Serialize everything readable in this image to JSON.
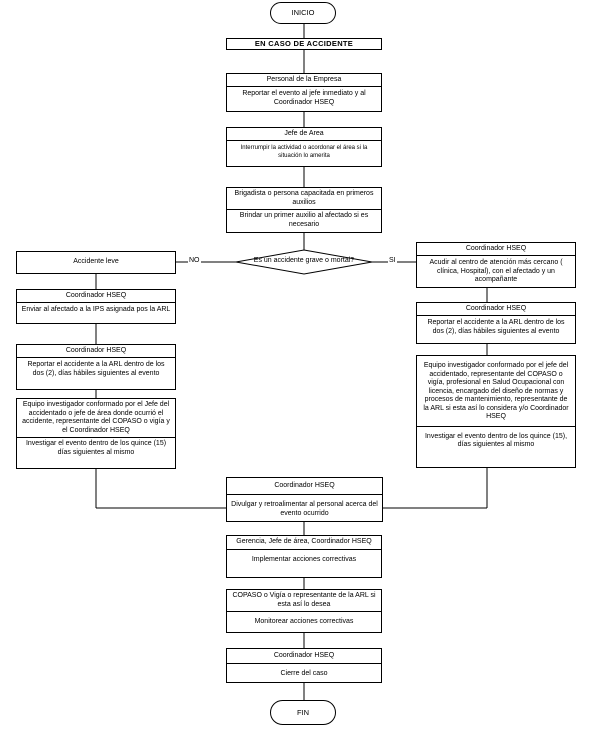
{
  "start": "INICIO",
  "end": "FIN",
  "title": "EN CASO DE ACCIDENTE",
  "main": {
    "empresa": {
      "header": "Personal de la Empresa",
      "text": "Reportar el evento al jefe inmediato y al Coordinador HSEQ"
    },
    "jefe": {
      "header": "Jefe de Area",
      "text": "Interrumpir la actividad o acordonar el área si la situación lo amerita"
    },
    "brigadista": {
      "header": "Brigadista o persona capacitada en primeros auxilios",
      "text": "Brindar un primer auxilio al afectado si es necesario"
    },
    "decision": "Es un accidente grave o mortal?",
    "no_label": "NO",
    "si_label": "SI",
    "divulgar": {
      "header": "Coordinador HSEQ",
      "text": "Divulgar y retroalimentar al personal acerca del evento ocurrido"
    },
    "gerencia": {
      "header": "Gerencia, Jefe de área, Coordinador HSEQ",
      "text": "Implementar acciones correctivas"
    },
    "copaso": {
      "header": "COPASO o Vigía o representante de la ARL si esta así lo desea",
      "text": "Monitorear acciones correctivas"
    },
    "cierre": {
      "header": "Coordinador HSEQ",
      "text": "Cierre del caso"
    }
  },
  "left": {
    "leve": "Accidente leve",
    "ips": {
      "header": "Coordinador HSEQ",
      "text": "Enviar al afectado a la IPS asignada pos la ARL"
    },
    "reportar": {
      "header": "Coordinador HSEQ",
      "text": "Reportar el accidente a la ARL dentro de los dos (2), días hábiles siguientes al evento"
    },
    "equipo": {
      "text": "Equipo investigador conformado por el Jefe del accidentado o jefe de área donde ocurrió el accidente, representante del COPASO o vigía y el Coordinador HSEQ",
      "text2": "Investigar el evento dentro de los quince (15) días siguientes al mismo"
    }
  },
  "right": {
    "centro": {
      "header": "Coordinador HSEQ",
      "text": "Acudir al centro de atención más cercano ( clínica, Hospital), con el afectado y un acompañante"
    },
    "reportar": {
      "header": "Coordinador HSEQ",
      "text": "Reportar el accidente a la ARL dentro de los dos (2), días hábiles siguientes al evento"
    },
    "equipo": {
      "text": "Equipo investigador conformado por el jefe del accidentado, representante del COPASO o vigía, profesional en Salud Ocupacional con licencia, encargado del diseño de normas y procesos de mantenimiento, representante de la ARL si esta así lo considera y/o Coordinador HSEQ",
      "text2": "Investigar el evento dentro de los quince (15), días siguientes al mismo"
    }
  }
}
